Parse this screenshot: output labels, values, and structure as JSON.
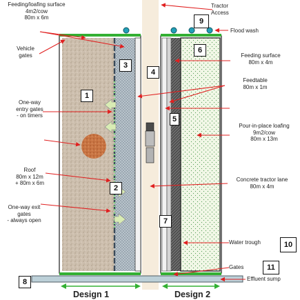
{
  "labels": {
    "tractor_access": [
      "Tractor",
      "Access"
    ],
    "feeding_loafing_surface": [
      "Feeding/loafing surface",
      "4m2/cow",
      "80m x 6m"
    ],
    "flood_wash": [
      "Flood wash"
    ],
    "vehicle_gates": [
      "Vehicle",
      "gates"
    ],
    "feeding_surface": [
      "Feeding surface",
      "80m x 4m"
    ],
    "feedtable": [
      "Feedtable",
      "80m x 1m"
    ],
    "one_way_entry_gates": [
      "One-way",
      "entry gates",
      "- on timers"
    ],
    "pour_in_place_loafing": [
      "Pour-in-place loafing",
      "9m2/cow",
      "80m x 13m"
    ],
    "roof": [
      "Roof",
      "80m x 12m",
      "+ 80m x 6m"
    ],
    "concrete_tractor_lane": [
      "Concrete tractor lane",
      "80m x 4m"
    ],
    "one_way_exit_gates": [
      "One-way exit",
      "gates",
      "- always open"
    ],
    "water_trough": [
      "Water trough"
    ],
    "gates": [
      "Gates"
    ],
    "effluent_sump": [
      "Effluent sump"
    ]
  },
  "numbers": {
    "n1": "1",
    "n2": "2",
    "n3": "3",
    "n4": "4",
    "n5": "5",
    "n6": "6",
    "n7": "7",
    "n8": "8",
    "n9": "9",
    "n10": "10",
    "n11": "11"
  },
  "designs": {
    "design1": "Design 1",
    "design2": "Design 2"
  },
  "colors": {
    "arrow": "#e02020",
    "green": "#33b033",
    "gate_circle": "#22a0b8",
    "gravel": "#cdbfae",
    "slab": "#aab6c0",
    "loafing": "#eef5e0",
    "road": "#f6ecdc",
    "manure": "#c46a3a"
  }
}
